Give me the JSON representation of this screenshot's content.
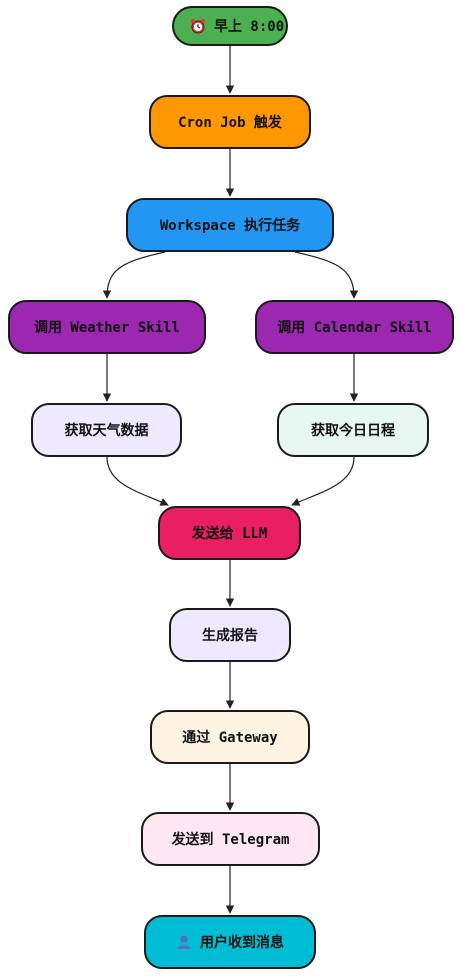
{
  "nodes": {
    "start": {
      "label": "早上 8:00",
      "icon": "alarm-clock-icon"
    },
    "cron": {
      "label": "Cron Job 触发"
    },
    "workspace": {
      "label": "Workspace 执行任务"
    },
    "weather_skill": {
      "label": "调用 Weather Skill"
    },
    "calendar_skill": {
      "label": "调用 Calendar Skill"
    },
    "get_weather": {
      "label": "获取天气数据"
    },
    "get_calendar": {
      "label": "获取今日日程"
    },
    "send_llm": {
      "label": "发送给 LLM"
    },
    "report": {
      "label": "生成报告"
    },
    "gateway": {
      "label": "通过 Gateway"
    },
    "telegram": {
      "label": "发送到 Telegram"
    },
    "end": {
      "label": "用户收到消息",
      "icon": "user-icon"
    }
  },
  "colors": {
    "start": "#4caf50",
    "cron": "#ff9800",
    "workspace": "#2196f3",
    "skill": "#9c27b0",
    "llm": "#e91e63",
    "end": "#00bcd4"
  }
}
